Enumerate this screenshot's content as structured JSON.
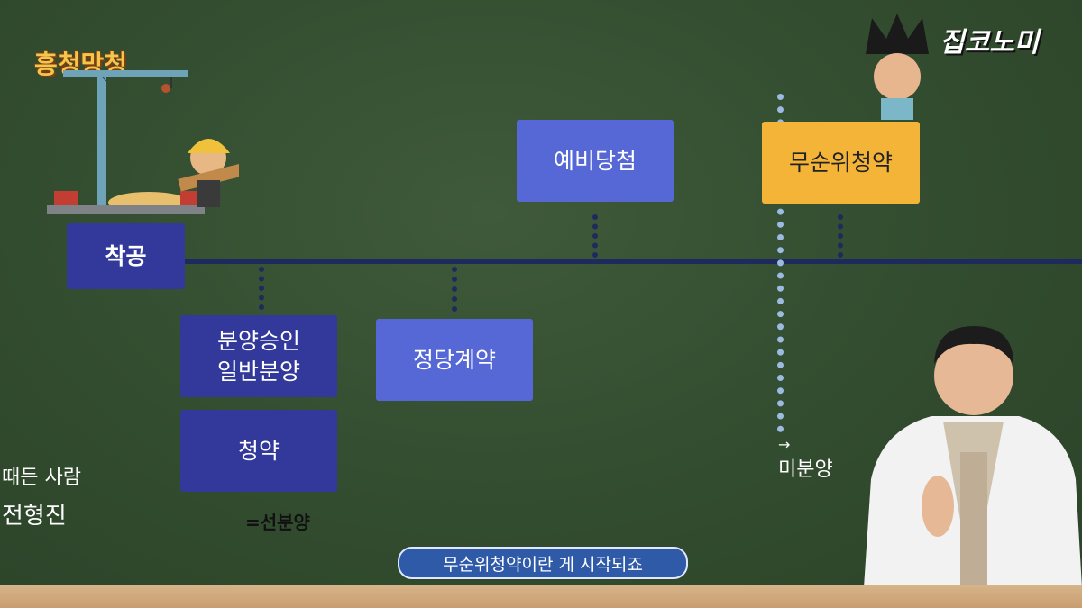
{
  "logo_left": "흥청망청",
  "logo_right": "집코노미",
  "timeline": {
    "start": "착공",
    "above": [
      "예비당첨",
      "무순위청약"
    ],
    "below": [
      "분양승인\n일반분양",
      "청약",
      "정당계약"
    ],
    "note_below_subscription": "=선분양",
    "unsold_label": "미분양"
  },
  "caption": "무순위청약이란 게 시작되죠",
  "handwriting": [
    "때든 사람",
    "전형진"
  ],
  "colors": {
    "board": "#344e31",
    "dark_box": "#33399a",
    "light_box": "#5668d6",
    "orange_box": "#f3b438",
    "timeline": "#1e2a5e"
  }
}
